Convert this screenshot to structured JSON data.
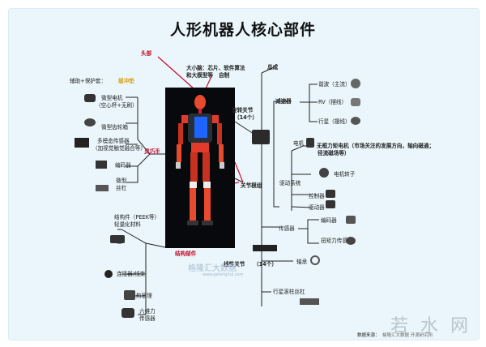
{
  "title": "人形机器人核心部件",
  "labels": {
    "head": "头部",
    "brain": "大小脑：芯片、软件算法",
    "brain2": "和大模型等",
    "brain3": "自制",
    "assembly": "总成",
    "rotary_joint": "旋转关节",
    "rotary_count": "（14个）",
    "reducer": "减速器",
    "harmonic": "谐波（主流）",
    "rv": "RV（摆线）",
    "planetary": "行星（摆线）",
    "motor": "电机",
    "frameless": "无框力矩电机（市场关注的发展方向，轴向磁通；",
    "frameless2": "径流磁场等）",
    "motor_rotor": "电机转子",
    "drive_system": "驱动系统",
    "controller": "控制器",
    "driver": "驱动器",
    "joint_module": "关节模组",
    "sensor": "传感器",
    "encoder": "编码器",
    "torque_sensor": "扭矩力传感器",
    "bearing": "轴承",
    "linear_joint": "线性关节",
    "linear_count": "（14个）",
    "planetary_roller": "行星滚柱丝杠",
    "dexterous_hand": "灵巧手",
    "hollow_cup": "微型电机",
    "hollow_cup2": "（空心杯+无刷）",
    "micro_gear": "微型齿轮箱",
    "multi_sensor": "多模态传感器",
    "multi_sensor2": "（加视觉触觉融合等）",
    "hand_encoder": "编码器",
    "micro_screw": "微型",
    "micro_screw2": "丝杠",
    "protection": "辅助+保护套：",
    "protection_val": "缓冲垫",
    "structural": "结构部件",
    "peek": "结构件（PEEK等）",
    "light": "轻量化材料",
    "connector": "连接器/线束",
    "thermal": "热管理",
    "six_axis": "六维力",
    "six_axis2": "传感器",
    "watermark": "格隆汇大数据",
    "watermark_sub": "www.gelonghui.com",
    "source": "数据来源：",
    "source_val": "格隆汇大数据 开源研究所",
    "corner_wm": "若 水 网"
  },
  "colors": {
    "line_dark": "#222222",
    "line_red": "#c8102e",
    "orange": "#d9a21b",
    "board": "#eaf6fb"
  },
  "icons": [
    "gear-icon",
    "motor-icon",
    "chip-icon",
    "camera-icon",
    "screw-icon",
    "cable-icon",
    "fan-icon",
    "sensor-icon",
    "bearing-icon"
  ]
}
